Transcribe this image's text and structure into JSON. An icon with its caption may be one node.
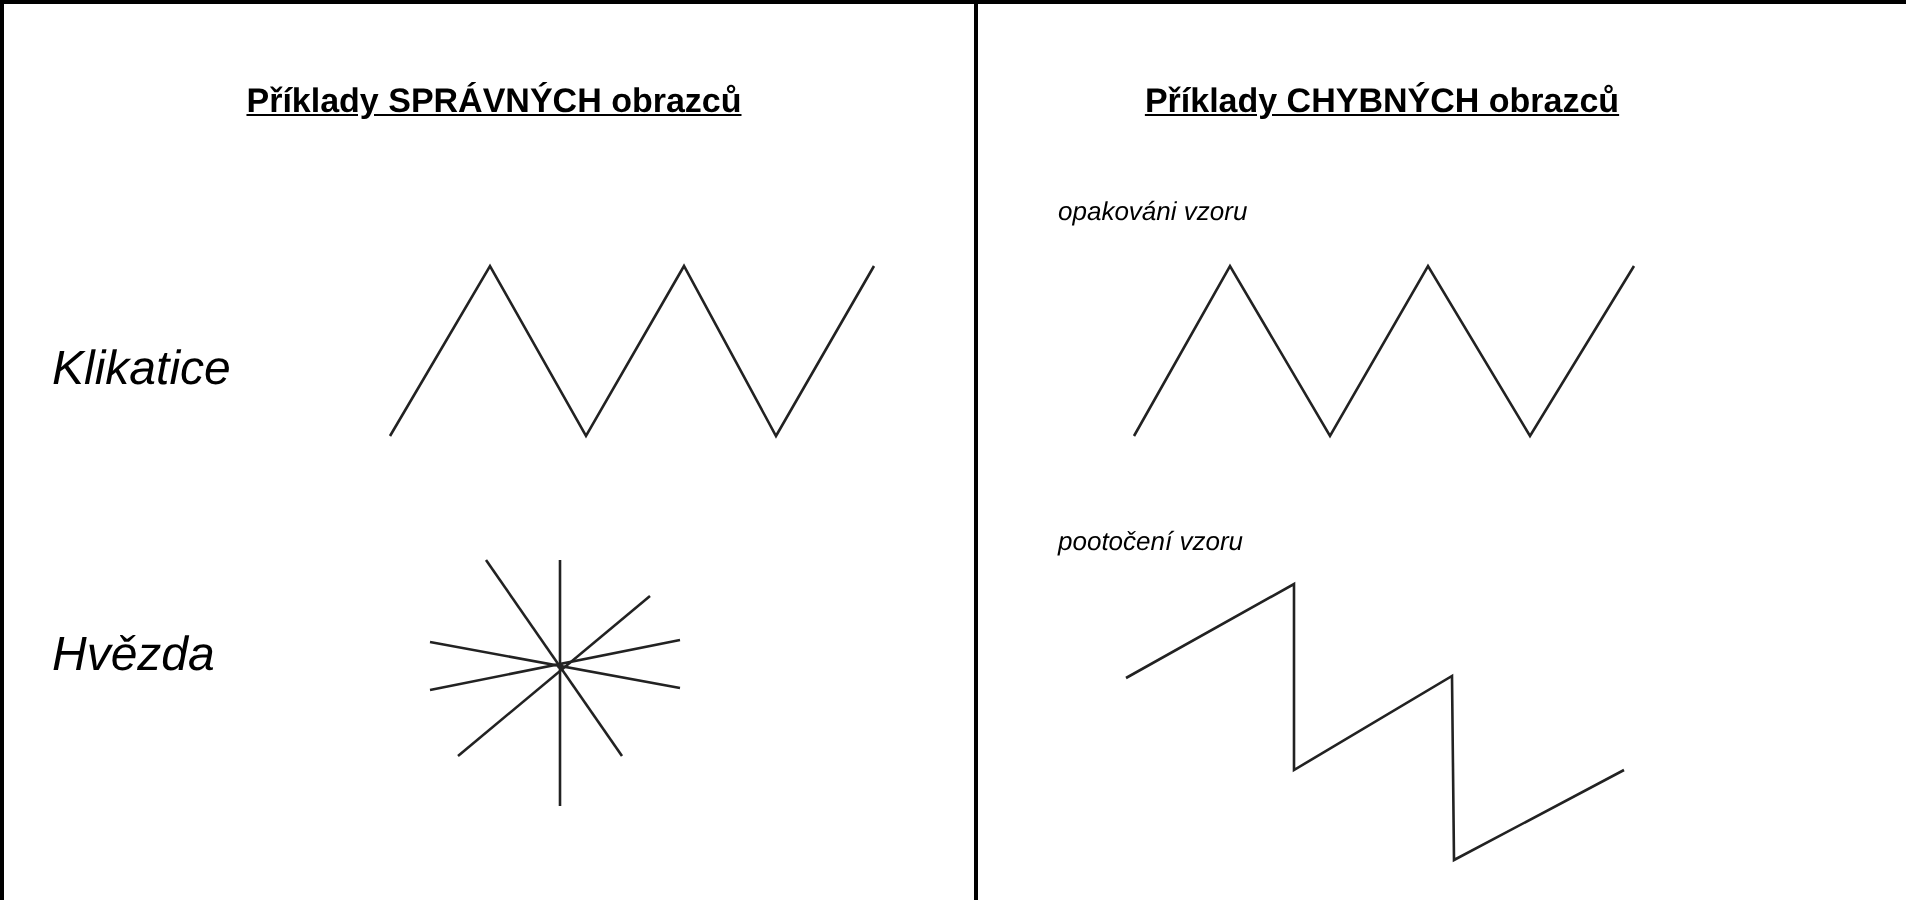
{
  "diagram": {
    "nodes": [
      {
        "text": [
          "Příklady SPRÁVNÝCH obrazců"
        ]
      },
      {
        "text": [
          "Příklady CHYBNÝCH obrazců"
        ]
      }
    ],
    "labels": [
      "Klikatice",
      "Hvězda",
      "opakováni vzoru",
      "pootočení vzoru"
    ]
  }
}
